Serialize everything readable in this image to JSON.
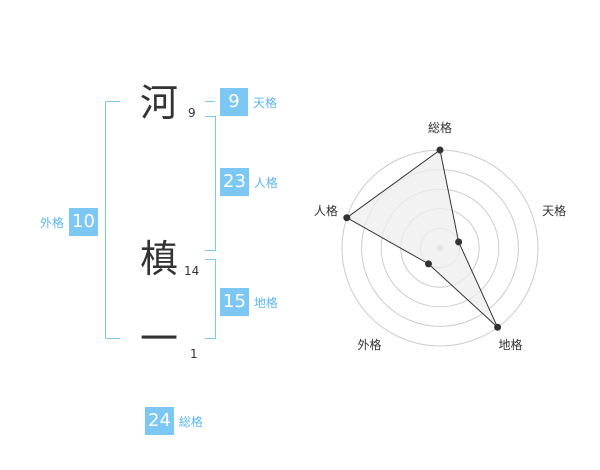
{
  "name": {
    "chars": [
      {
        "char": "河",
        "strokes": "9"
      },
      {
        "char": "槙",
        "strokes": "14"
      },
      {
        "char": "一",
        "strokes": "1"
      }
    ]
  },
  "kakusu": {
    "tenkaku": {
      "value": "9",
      "label": "天格"
    },
    "jinkaku": {
      "value": "23",
      "label": "人格"
    },
    "chikaku": {
      "value": "15",
      "label": "地格"
    },
    "gaikaku": {
      "value": "10",
      "label": "外格"
    },
    "soukaku": {
      "value": "24",
      "label": "総格"
    }
  },
  "chart_data": {
    "type": "radar",
    "axes": [
      "総格",
      "天格",
      "地格",
      "外格",
      "人格"
    ],
    "values": [
      5,
      1,
      5,
      1,
      5
    ],
    "range": [
      0,
      5
    ],
    "rings": 5,
    "grid": true,
    "colors": {
      "fill": "#eeeeee",
      "line": "#333333",
      "grid": "#cccccc",
      "point": "#333333"
    }
  },
  "colors": {
    "accent": "#7cc7f4",
    "accent_text": "#5bb7ee",
    "text": "#333333"
  }
}
